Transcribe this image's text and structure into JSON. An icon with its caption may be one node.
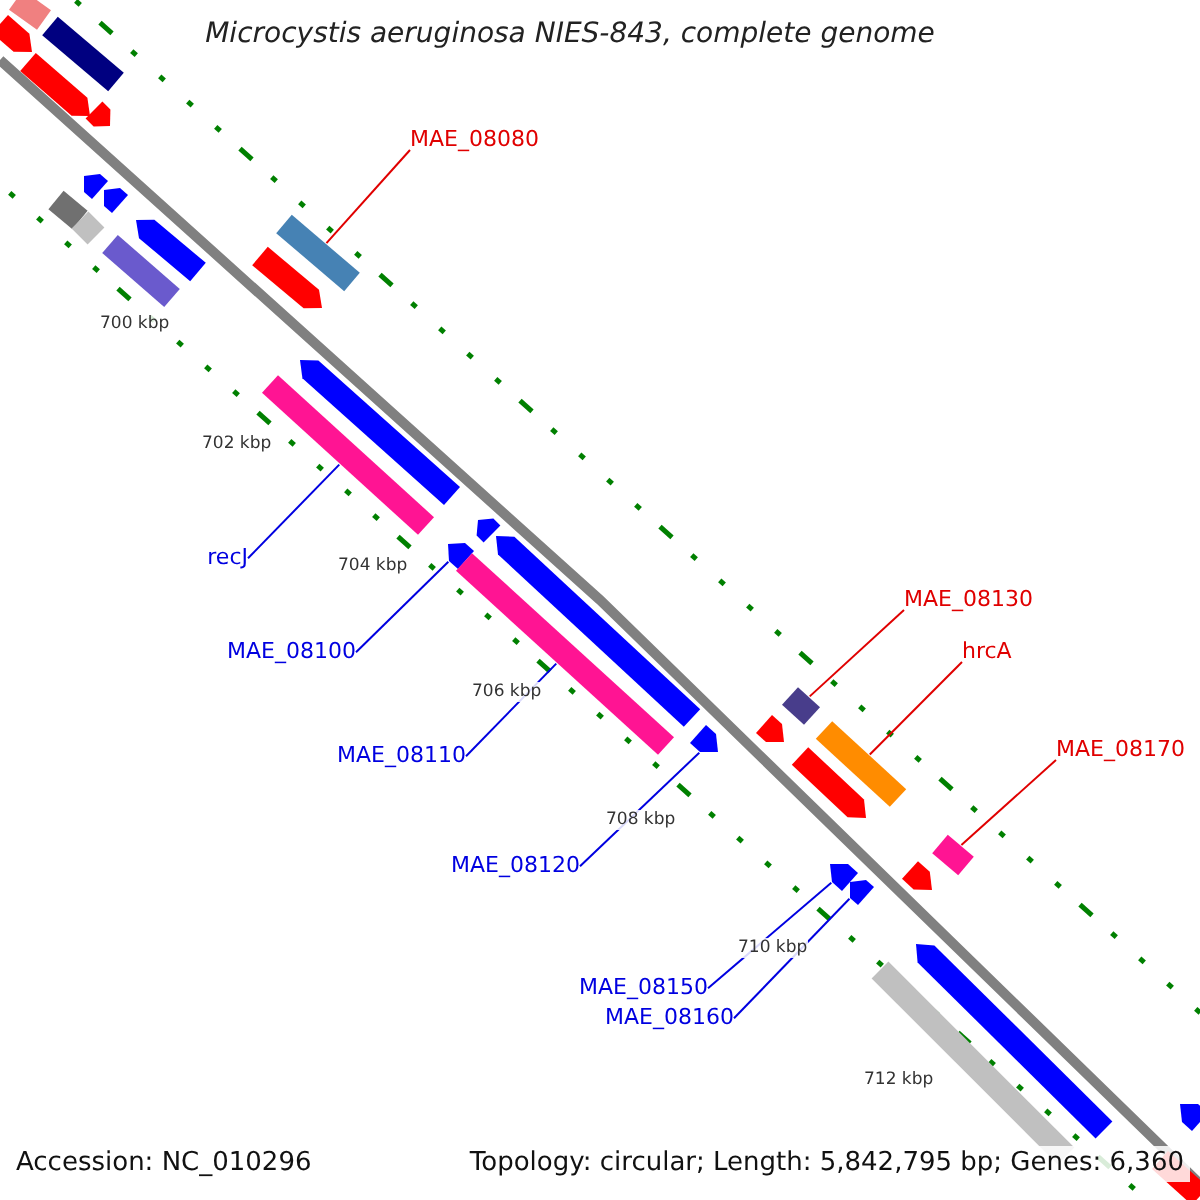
{
  "diagram": {
    "title": "Microcystis aeruginosa NIES-843, complete genome",
    "nodes": [
      {
        "text": [
          "MAE_08080"
        ]
      },
      {
        "text": [],
        "shape": "bar"
      },
      {
        "text": [
          "MAE_08130"
        ]
      },
      {
        "text": [],
        "shape": "bar"
      },
      {
        "text": [
          "hrcA"
        ]
      },
      {
        "text": [],
        "shape": "bar"
      },
      {
        "text": [
          "recJ"
        ]
      },
      {
        "text": [],
        "shape": "bar"
      },
      {
        "text": [
          "MAE_08100"
        ]
      },
      {
        "text": [],
        "shape": "arrow"
      },
      {
        "text": [
          "MAE_08170"
        ]
      },
      {
        "text": [],
        "shape": "bar"
      },
      {
        "text": [
          "MAE_08110"
        ]
      },
      {
        "text": [],
        "shape": "bar"
      },
      {
        "text": [
          "MAE_08120"
        ]
      },
      {
        "text": [],
        "shape": "arrow"
      },
      {
        "text": [
          "MAE_08150"
        ]
      },
      {
        "text": [],
        "shape": "arrow"
      },
      {
        "text": [
          "MAE_08160"
        ]
      },
      {
        "text": [],
        "shape": "arrow"
      },
      {
        "text": [],
        "shape": "bar"
      },
      {
        "text": [],
        "shape": "arrow"
      },
      {
        "text": [],
        "shape": "bar"
      },
      {
        "text": [],
        "shape": "arrow"
      },
      {
        "text": [],
        "shape": "arrow"
      },
      {
        "text": [],
        "shape": "arrow"
      },
      {
        "text": [],
        "shape": "arrow"
      },
      {
        "text": [],
        "shape": "bar"
      },
      {
        "text": [],
        "shape": "bar"
      },
      {
        "text": [],
        "shape": "arrow"
      },
      {
        "text": [],
        "shape": "bar"
      },
      {
        "text": [],
        "shape": "arrow"
      },
      {
        "text": [],
        "shape": "arrow"
      },
      {
        "text": [],
        "shape": "arrow"
      },
      {
        "text": [],
        "shape": "arrow"
      },
      {
        "text": [],
        "shape": "arrow"
      },
      {
        "text": [],
        "shape": "arrow"
      },
      {
        "text": [],
        "shape": "arrow"
      },
      {
        "text": [],
        "shape": "arrow"
      },
      {
        "text": [],
        "shape": "bar"
      },
      {
        "text": [],
        "shape": "arrow"
      },
      {
        "text": [],
        "shape": "bar"
      }
    ],
    "edges": [
      {
        "from": 0,
        "to": 1,
        "arrow": "none",
        "color": "#e00000"
      },
      {
        "from": 2,
        "to": 3,
        "arrow": "none",
        "color": "#e00000"
      },
      {
        "from": 4,
        "to": 5,
        "arrow": "none",
        "color": "#e00000"
      },
      {
        "from": 6,
        "to": 7,
        "arrow": "none"
      },
      {
        "from": 8,
        "to": 9,
        "arrow": "none"
      },
      {
        "from": 10,
        "to": 11,
        "arrow": "none",
        "color": "#e00000"
      },
      {
        "from": 12,
        "to": 13,
        "arrow": "none"
      },
      {
        "from": 14,
        "to": 15,
        "arrow": "none"
      },
      {
        "from": 16,
        "to": 17,
        "arrow": "none"
      },
      {
        "from": 18,
        "to": 19,
        "arrow": "none"
      }
    ],
    "labels": [
      "700 kbp",
      "702 kbp",
      "704 kbp",
      "706 kbp",
      "708 kbp",
      "710 kbp",
      "712 kbp",
      "Accession: NC_010296",
      "Topology: circular; Length: 5,842,795 bp; Genes: 6,360"
    ]
  }
}
